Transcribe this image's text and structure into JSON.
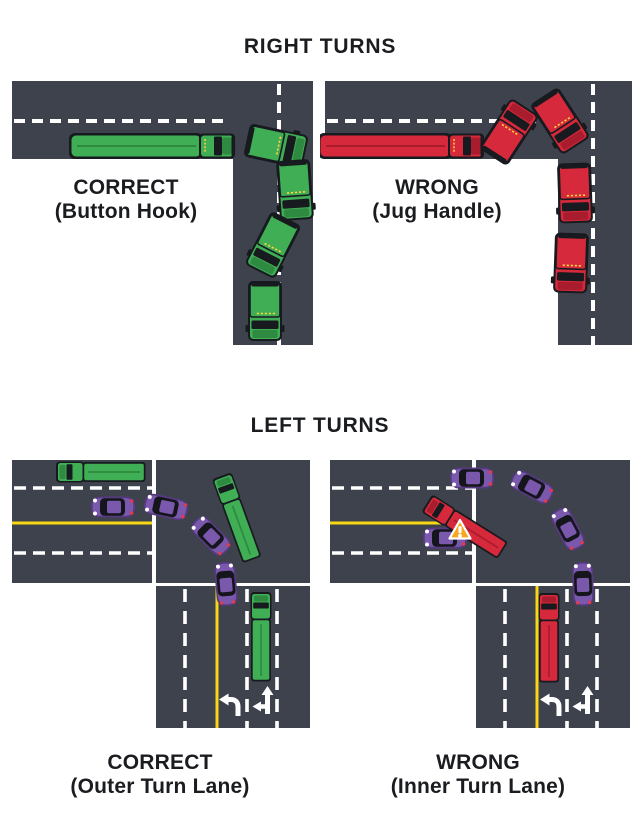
{
  "infographic": {
    "background_color": "#ffffff",
    "text_color": "#1a1c20",
    "sections": [
      {
        "title": "RIGHT TURNS",
        "panels": [
          {
            "verdict": "CORRECT",
            "maneuver": "(Button Hook)",
            "truck_color_name": "green",
            "truck_color": "#3fae54",
            "truck_positions": 5
          },
          {
            "verdict": "WRONG",
            "maneuver": "(Jug Handle)",
            "truck_color_name": "red",
            "truck_color": "#d6293b",
            "truck_positions": 5
          }
        ]
      },
      {
        "title": "LEFT TURNS",
        "panels": [
          {
            "verdict": "CORRECT",
            "maneuver": "(Outer Turn Lane)",
            "truck_color_name": "green",
            "truck_color": "#3fae54",
            "truck_positions": 3,
            "car_color": "#7a58ab",
            "car_positions": 4,
            "lane_arrows": [
              "left-turn-only",
              "left-or-straight"
            ]
          },
          {
            "verdict": "WRONG",
            "maneuver": "(Inner Turn Lane)",
            "truck_color_name": "red",
            "truck_color": "#d6293b",
            "truck_positions": 2,
            "car_color": "#7a58ab",
            "car_positions": 5,
            "lane_arrows": [
              "left-turn-only",
              "left-or-straight"
            ],
            "warning_icon": true
          }
        ]
      }
    ],
    "colors": {
      "road": "#3e424c",
      "lane_marking_white": "#ffffff",
      "center_line_yellow": "#f8d714",
      "correct_green": "#3fae54",
      "wrong_red": "#d6293b",
      "car_purple": "#7a58ab",
      "warning_orange": "#f5a71f"
    }
  }
}
